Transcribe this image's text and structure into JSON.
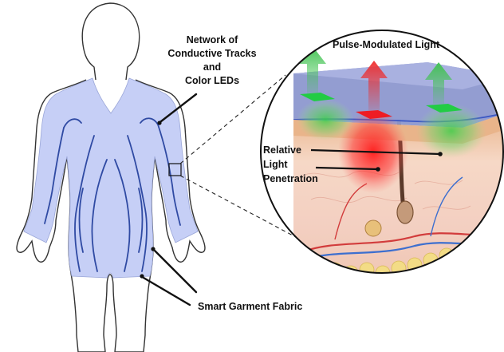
{
  "labels": {
    "network_line1": "Network of",
    "network_line2": "Conductive Tracks",
    "network_line3": "and",
    "network_line4": "Color LEDs",
    "pulse": "Pulse-Modulated Light",
    "relative_line1": "Relative",
    "relative_line2": "Light",
    "relative_line3": "Penetration",
    "garment": "Smart Garment Fabric"
  },
  "colors": {
    "garment_fill": "#c6cff6",
    "conductive_track": "#2f4aa3",
    "led_green": "#22cc44",
    "led_red": "#ee1c24",
    "fabric_top": "#8d98cf",
    "body_outline": "#333333",
    "skin": "#f2c9a3",
    "fat": "#f3dc86"
  }
}
